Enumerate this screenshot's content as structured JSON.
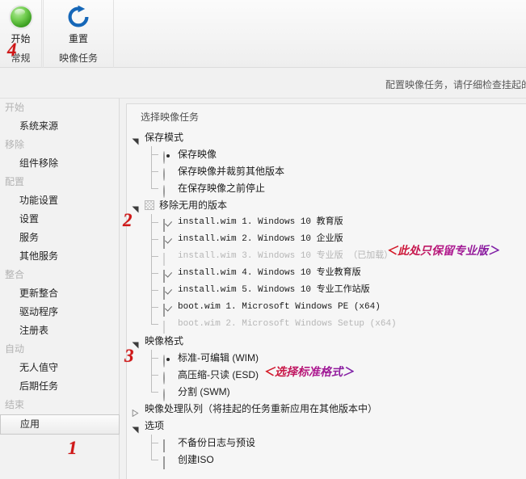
{
  "ribbon": {
    "groups": [
      {
        "id": "general",
        "group_label": "常规",
        "button_label": "开始",
        "icon": "green-orb-start-icon"
      },
      {
        "id": "image_task",
        "group_label": "映像任务",
        "button_label": "重置",
        "icon": "reset-circular-arrow-icon"
      }
    ]
  },
  "hint": {
    "text": "配置映像任务，请仔细检查挂起的"
  },
  "sidebar": {
    "sections": [
      {
        "header": "开始",
        "items": [
          {
            "label": "系统来源",
            "selected": false
          }
        ]
      },
      {
        "header": "移除",
        "items": [
          {
            "label": "组件移除",
            "selected": false
          }
        ]
      },
      {
        "header": "配置",
        "items": [
          {
            "label": "功能设置",
            "selected": false
          },
          {
            "label": "设置",
            "selected": false
          },
          {
            "label": "服务",
            "selected": false
          },
          {
            "label": "其他服务",
            "selected": false
          }
        ]
      },
      {
        "header": "整合",
        "items": [
          {
            "label": "更新整合",
            "selected": false
          },
          {
            "label": "驱动程序",
            "selected": false
          },
          {
            "label": "注册表",
            "selected": false
          }
        ]
      },
      {
        "header": "自动",
        "items": [
          {
            "label": "无人值守",
            "selected": false
          },
          {
            "label": "后期任务",
            "selected": false
          }
        ]
      },
      {
        "header": "结束",
        "items": [
          {
            "label": "应用",
            "selected": true
          }
        ]
      }
    ]
  },
  "main": {
    "panel_title": "选择映像任务",
    "groups": [
      {
        "id": "save_mode",
        "label": "保存模式",
        "expanded": true,
        "twisty": "expanded-triangle-icon",
        "checkbox": null,
        "children": [
          {
            "control": "radio",
            "state": "on",
            "text": "保存映像",
            "mono": false,
            "dim": false
          },
          {
            "control": "radio",
            "state": "off",
            "text": "保存映像并裁剪其他版本",
            "mono": false,
            "dim": false
          },
          {
            "control": "radio",
            "state": "off",
            "text": "在保存映像之前停止",
            "mono": false,
            "dim": false
          }
        ]
      },
      {
        "id": "remove_editions",
        "label": "移除无用的版本",
        "expanded": true,
        "twisty": "expanded-triangle-icon",
        "checkbox": "indeterminate",
        "children": [
          {
            "control": "check",
            "state": "checked",
            "text": "install.wim 1. Windows 10 教育版",
            "mono": true,
            "dim": false
          },
          {
            "control": "check",
            "state": "checked",
            "text": "install.wim 2. Windows 10 企业版",
            "mono": true,
            "dim": false
          },
          {
            "control": "check",
            "state": "disabled",
            "text": "install.wim 3. Windows 10 专业版 （已加载）",
            "mono": true,
            "dim": true
          },
          {
            "control": "check",
            "state": "checked",
            "text": "install.wim 4. Windows 10 专业教育版",
            "mono": true,
            "dim": false
          },
          {
            "control": "check",
            "state": "checked",
            "text": "install.wim 5. Windows 10 专业工作站版",
            "mono": true,
            "dim": false
          },
          {
            "control": "check",
            "state": "checked",
            "text": "boot.wim 1. Microsoft Windows PE (x64)",
            "mono": true,
            "dim": false
          },
          {
            "control": "check",
            "state": "disabled",
            "text": "boot.wim 2. Microsoft Windows Setup (x64)",
            "mono": true,
            "dim": true
          }
        ]
      },
      {
        "id": "image_format",
        "label": "映像格式",
        "expanded": true,
        "twisty": "expanded-triangle-icon",
        "checkbox": null,
        "children": [
          {
            "control": "radio",
            "state": "on",
            "text": "标准-可编辑 (WIM)",
            "mono": false,
            "dim": false
          },
          {
            "control": "radio",
            "state": "off",
            "text": "高压缩-只读 (ESD)",
            "mono": false,
            "dim": false
          },
          {
            "control": "radio",
            "state": "off",
            "text": "分割 (SWM)",
            "mono": false,
            "dim": false
          }
        ]
      },
      {
        "id": "process_queue",
        "label": "映像处理队列（将挂起的任务重新应用在其他版本中）",
        "expanded": false,
        "twisty": "collapsed-triangle-icon",
        "checkbox": null,
        "children": []
      },
      {
        "id": "options",
        "label": "选项",
        "expanded": true,
        "twisty": "expanded-triangle-icon",
        "checkbox": null,
        "children": [
          {
            "control": "check",
            "state": "unchecked",
            "text": "不备份日志与预设",
            "mono": false,
            "dim": false
          },
          {
            "control": "check",
            "state": "unchecked",
            "text": "创建ISO",
            "mono": false,
            "dim": false
          }
        ]
      }
    ]
  },
  "annotations": [
    {
      "id": "keep_pro_only",
      "text": "＜此处只保留专业版＞"
    },
    {
      "id": "choose_standard_format",
      "text": "＜选择标准格式＞"
    }
  ],
  "steps": [
    {
      "id": "step-1",
      "number": "1"
    },
    {
      "id": "step-2",
      "number": "2"
    },
    {
      "id": "step-3",
      "number": "3"
    },
    {
      "id": "step-4",
      "number": "4"
    }
  ]
}
